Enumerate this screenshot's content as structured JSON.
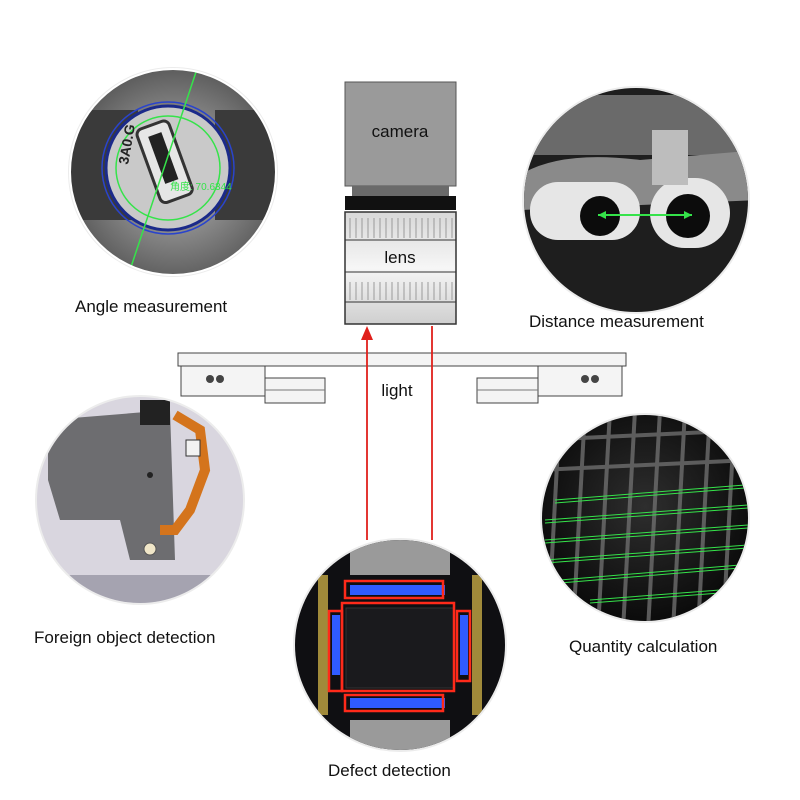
{
  "camera_rig": {
    "camera_label": "camera",
    "lens_label": "lens",
    "light_label": "light"
  },
  "applications": {
    "angle": {
      "caption": "Angle measurement",
      "part_marking": "3A0.G",
      "readout": "角度: 70.6344"
    },
    "distance": {
      "caption": "Distance measurement"
    },
    "foreign": {
      "caption": "Foreign object detection"
    },
    "quantity": {
      "caption": "Quantity calculation"
    },
    "defect": {
      "caption": "Defect detection"
    }
  },
  "colors": {
    "light_path": "#e0201b",
    "measure_green": "#35e34a",
    "defect_box": "#ff2a1a",
    "defect_highlight": "#2f5bff",
    "bracket_gray": "#f0f0f0"
  }
}
